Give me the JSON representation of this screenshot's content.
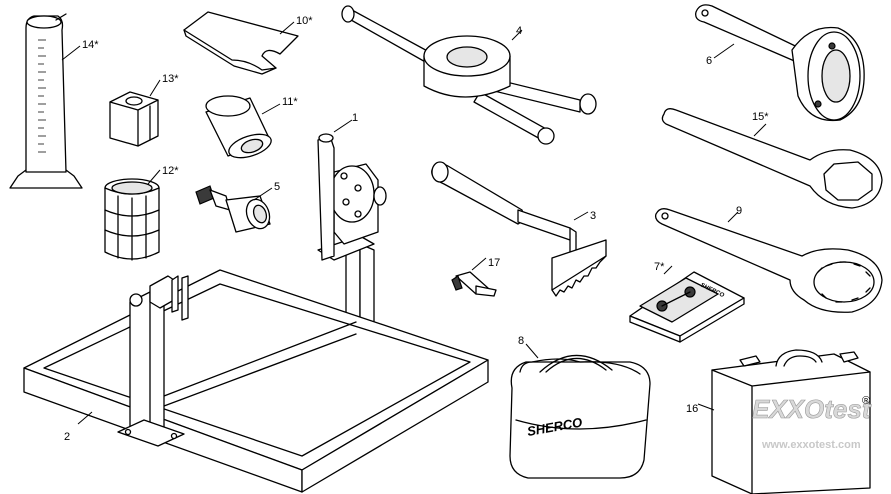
{
  "callouts": {
    "c1": "1",
    "c2": "2",
    "c3": "3",
    "c4": "4",
    "c5": "5",
    "c6": "6",
    "c7": "7*",
    "c8": "8",
    "c9": "9",
    "c10": "10*",
    "c11": "11*",
    "c12": "12*",
    "c13": "13*",
    "c14": "14*",
    "c15": "15*",
    "c16": "16",
    "c17": "17"
  },
  "bag_brand": "SHERCO",
  "case_brand": "EXXOtest",
  "case_mark": "®",
  "case_url": "www.exxotest.com",
  "manual_brand": "SHERCO"
}
